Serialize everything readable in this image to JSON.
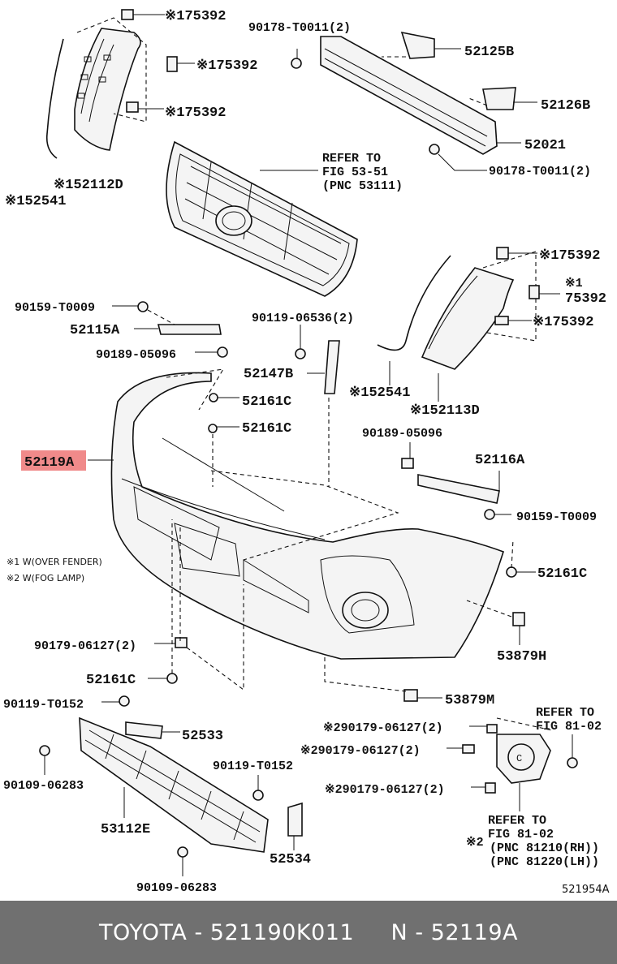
{
  "labels": {
    "l_175392_a": "※175392",
    "l_175392_b": "※175392",
    "l_175392_c": "※175392",
    "l_90178_top": "90178-T0011(2)",
    "l_52125B": "52125B",
    "l_52126B": "52126B",
    "l_52021": "52021",
    "l_90178_bot": "90178-T0011(2)",
    "l_52112D": "※152112D",
    "l_52541_a": "※152541",
    "l_refer_grille_1": "REFER TO",
    "l_refer_grille_2": "FIG 53-51",
    "l_refer_grille_3": "(PNC 53111)",
    "l_175392_d": "※175392",
    "l_175392_e1": "※1",
    "l_175392_e2": "75392",
    "l_175392_f": "※175392",
    "l_90159_left": "90159-T0009",
    "l_52115A": "52115A",
    "l_90189_left": "90189-05096",
    "l_90119_06536": "90119-06536(2)",
    "l_52147B": "52147B",
    "l_52161C_a": "52161C",
    "l_52161C_b": "52161C",
    "l_52541_b": "※152541",
    "l_52113D": "※152113D",
    "l_90189_right": "90189-05096",
    "l_52116A": "52116A",
    "l_90159_right": "90159-T0009",
    "l_52119A": "52119A",
    "l_note1": "※1 W(OVER FENDER)",
    "l_note2": "※2 W(FOG LAMP)",
    "l_52161C_c": "52161C",
    "l_90179_a": "90179-06127(2)",
    "l_53879H": "53879H",
    "l_52161C_d": "52161C",
    "l_53879M": "53879M",
    "l_90119_T0152_a": "90119-T0152",
    "l_52533": "52533",
    "l_refer_fog_a1": "REFER TO",
    "l_refer_fog_a2": "FIG 81-02",
    "l_90179_b": "※290179-06127(2)",
    "l_90179_c": "※290179-06127(2)",
    "l_90109_a": "90109-06283",
    "l_90119_T0152_b": "90119-T0152",
    "l_90179_d": "※290179-06127(2)",
    "l_53112E": "53112E",
    "l_refer_fog_b1": "REFER TO",
    "l_refer_fog_b2": "FIG 81-02",
    "l_refer_fog_b3": "(PNC 81210(RH))",
    "l_refer_fog_b4": "(PNC 81220(LH))",
    "l_refer_fog_mark": "※2",
    "l_52534": "52534",
    "l_90109_b": "90109-06283",
    "l_fig_code": "521954A",
    "l_c_letter": "C"
  },
  "highlight_color": "#f08a8a",
  "footer": {
    "text": "TOYOTA - 521190K011     N - 52119A"
  }
}
